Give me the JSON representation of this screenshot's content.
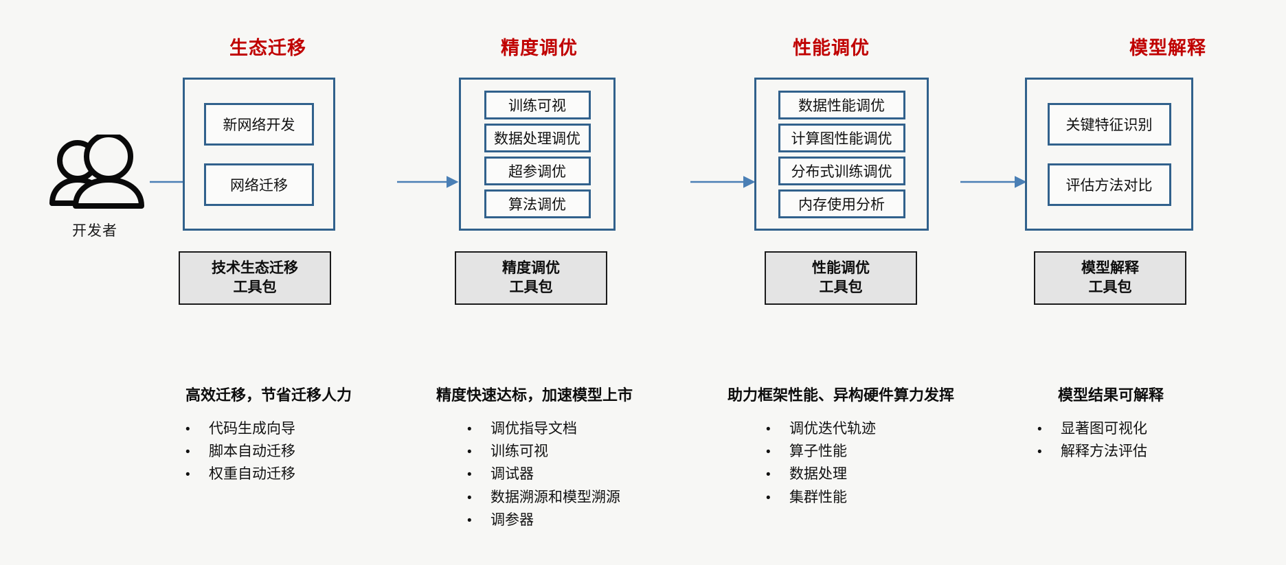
{
  "actor": {
    "icon": "two-people-icon",
    "label": "开发者"
  },
  "colors": {
    "title_red": "#c00000",
    "panel_blue": "#31618c",
    "arrow_blue": "#4a7fb5",
    "toolkit_fill": "#e4e4e4",
    "background": "#f7f7f5"
  },
  "columns": [
    {
      "title": "生态迁移",
      "items": [
        "新网络开发",
        "网络迁移"
      ],
      "toolkit": {
        "line1": "技术生态迁移",
        "line2": "工具包"
      },
      "tagline": "高效迁移，节省迁移人力",
      "bullets": [
        "代码生成向导",
        "脚本自动迁移",
        "权重自动迁移"
      ]
    },
    {
      "title": "精度调优",
      "items": [
        "训练可视",
        "数据处理调优",
        "超参调优",
        "算法调优"
      ],
      "toolkit": {
        "line1": "精度调优",
        "line2": "工具包"
      },
      "tagline": "精度快速达标，加速模型上市",
      "bullets": [
        "调优指导文档",
        "训练可视",
        "调试器",
        "数据溯源和模型溯源",
        "调参器"
      ]
    },
    {
      "title": "性能调优",
      "items": [
        "数据性能调优",
        "计算图性能调优",
        "分布式训练调优",
        "内存使用分析"
      ],
      "toolkit": {
        "line1": "性能调优",
        "line2": "工具包"
      },
      "tagline": "助力框架性能、异构硬件算力发挥",
      "bullets": [
        "调优迭代轨迹",
        "算子性能",
        "数据处理",
        "集群性能"
      ]
    },
    {
      "title": "模型解释",
      "items": [
        "关键特征识别",
        "评估方法对比"
      ],
      "toolkit": {
        "line1": "模型解释",
        "line2": "工具包"
      },
      "tagline": "模型结果可解释",
      "bullets": [
        "显著图可视化",
        "解释方法评估"
      ]
    }
  ],
  "bullet_marker": "•"
}
